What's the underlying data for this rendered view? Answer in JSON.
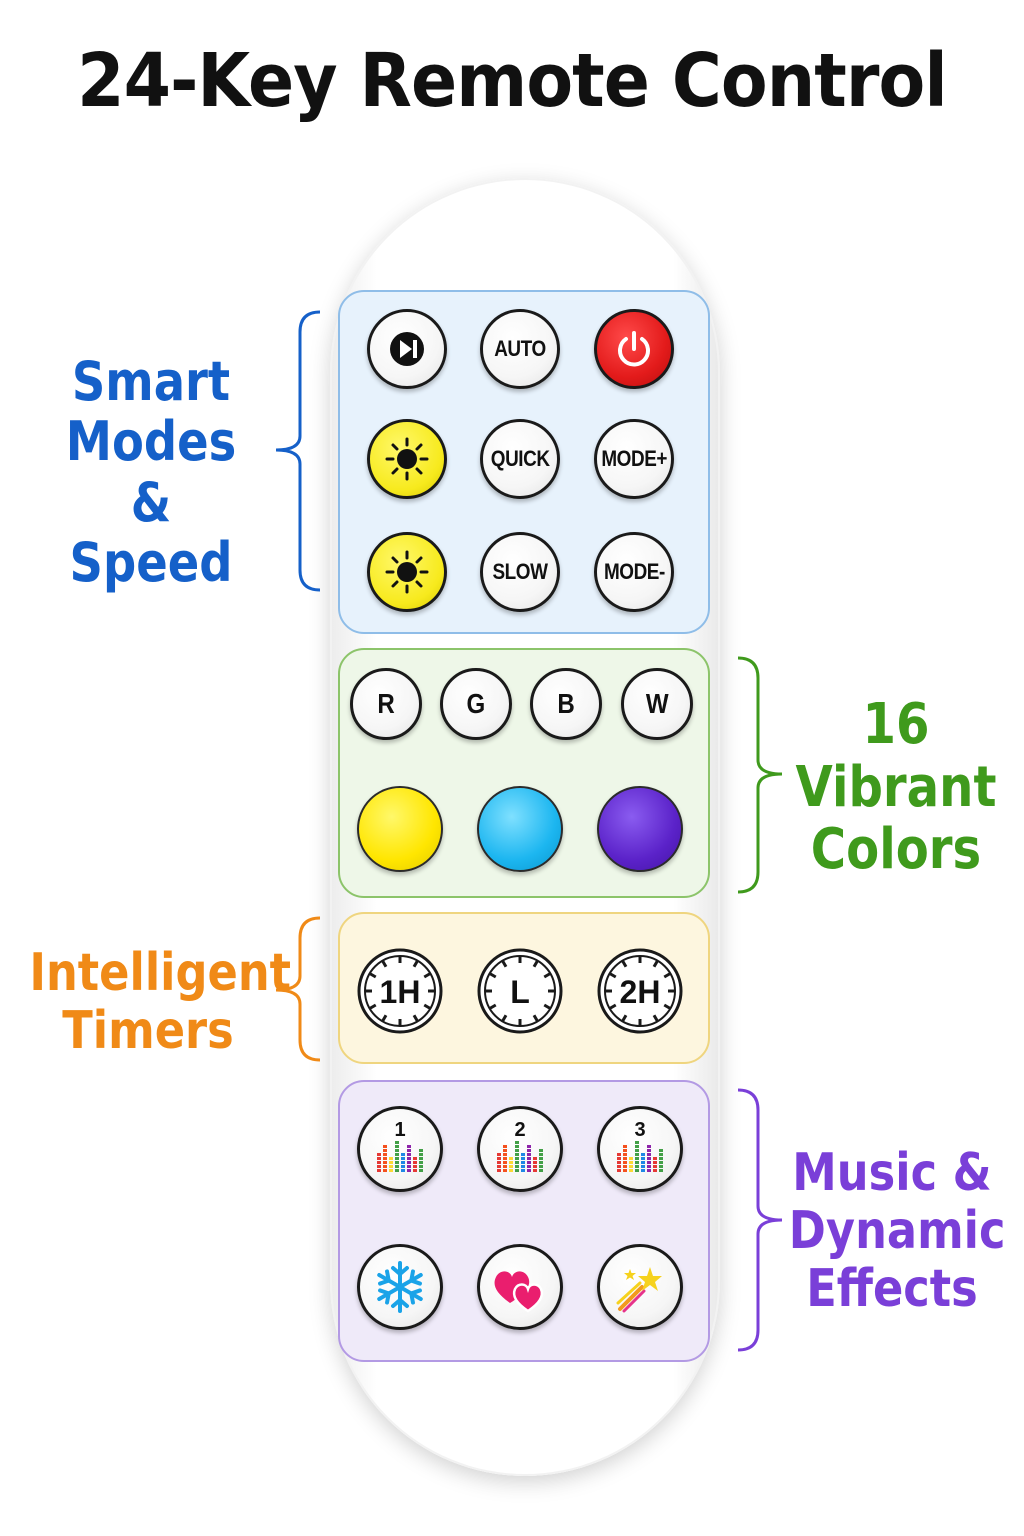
{
  "title": "24-Key Remote Control",
  "colors": {
    "blue": "#1560c9",
    "green": "#3f9a1c",
    "orange": "#f08a17",
    "purple": "#7a3fd8",
    "power": "#e31b1b",
    "sun": "#f7ea1d"
  },
  "sections": {
    "modes": {
      "lines": [
        "Smart",
        "Modes &",
        "Speed"
      ]
    },
    "colors": {
      "lines": [
        "16",
        "Vibrant",
        "Colors"
      ]
    },
    "timers": {
      "lines": [
        "Intelligent",
        "Timers"
      ]
    },
    "effects": {
      "lines": [
        "Music &",
        "Dynamic",
        "Effects"
      ]
    }
  },
  "buttons": {
    "play_pause": "play-pause-icon",
    "auto": "AUTO",
    "power": "power-icon",
    "brightness_up": "sun-icon",
    "quick": "QUICK",
    "mode_plus": "MODE+",
    "brightness_down": "sun-icon",
    "slow": "SLOW",
    "mode_minus": "MODE-",
    "r": "R",
    "g": "G",
    "b": "B",
    "w": "W",
    "color_yellow": "#ffe600",
    "color_cyan": "#1cb6f0",
    "color_purple": "#5b22c9",
    "timer_1h": "1H",
    "timer_clock": "L",
    "timer_2h": "2H",
    "music_1": "1",
    "music_2": "2",
    "music_3": "3",
    "snowflake": "snowflake-icon",
    "hearts": "hearts-icon",
    "stars": "shooting-star-icon"
  }
}
